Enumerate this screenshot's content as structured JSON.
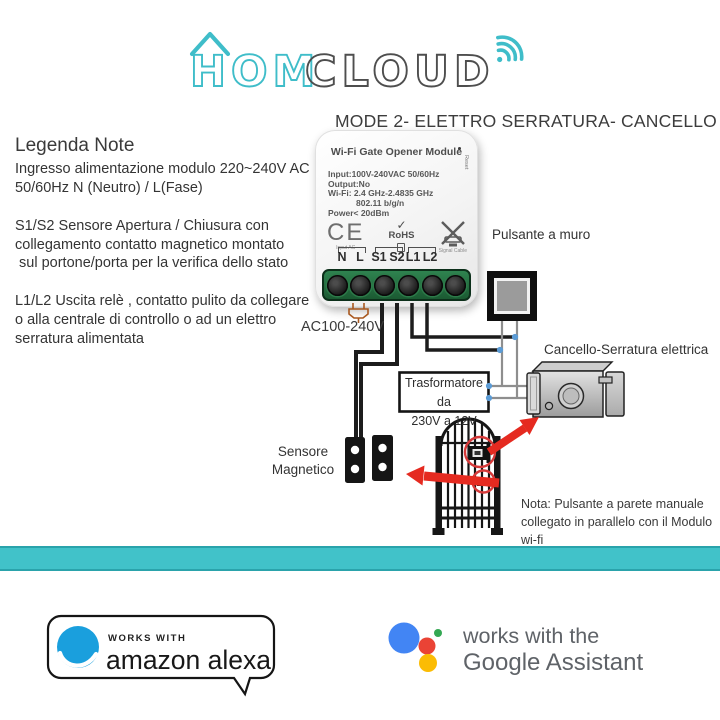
{
  "logo": {
    "hom": "HOM",
    "cloud": "CLOUD"
  },
  "title": "MODE 2- ELETTRO SERRATURA- CANCELLO",
  "legend": {
    "heading": "Legenda Note",
    "p1": [
      "Ingresso alimentazione modulo 220~240V AC",
      "50/60Hz N (Neutro) / L(Fase)"
    ],
    "p2": [
      "S1/S2 Sensore Apertura / Chiusura con",
      "collegamento contatto magnetico montato",
      " sul portone/porta per la verifica dello stato"
    ],
    "p3": [
      "L1/L2 Uscita relè , contatto pulito da collegare",
      "o alla centrale di controllo o ad un elettro",
      "serratura alimentata"
    ]
  },
  "module": {
    "title": "Wi-Fi Gate Opener Module",
    "reset": "Reset",
    "specs": [
      "Input:100V-240VAC 50/60Hz",
      "Output:No",
      "Wi-Fi: 2.4 GHz-2.4835 GHz",
      "802.11 b/g/n",
      "Power< 20dBm"
    ],
    "ce": "CE",
    "ce_sub": "Input AC",
    "rohs_check": "✓",
    "rohs": "RoHS",
    "cable_sub": "Signal Cable",
    "terminals": [
      "N",
      "L",
      "S1",
      "S2",
      "L1",
      "L2"
    ]
  },
  "labels": {
    "ac": "AC100-240V",
    "wall_button": "Pulsante a muro",
    "lock": "Cancello-Serratura elettrica",
    "transformer": [
      "Trasformatore da",
      "230V a 12V"
    ],
    "sensor": [
      "Sensore",
      "Magnetico"
    ],
    "note": [
      "Nota: Pulsante a parete manuale",
      "collegato in parallelo con il Modulo wi-fi"
    ]
  },
  "badges": {
    "alexa": {
      "eyebrow": "WORKS WITH",
      "name": "amazon alexa"
    },
    "google": {
      "line1": "works with the",
      "line2": "Google Assistant"
    }
  },
  "colors": {
    "brand_teal": "#3fbdc9",
    "divider_teal": "#41c2c9",
    "divider_border": "#2aa3ab",
    "arrow_red": "#e52a20",
    "annotation_red": "#d63a3a",
    "junction_blue": "#5b9bd5",
    "terminal_green": "#236b3e",
    "alexa_blue": "#1a9fdd",
    "google_blue": "#4285F4",
    "google_red": "#EA4335",
    "google_yellow": "#FBBC04",
    "google_green": "#34A853"
  }
}
